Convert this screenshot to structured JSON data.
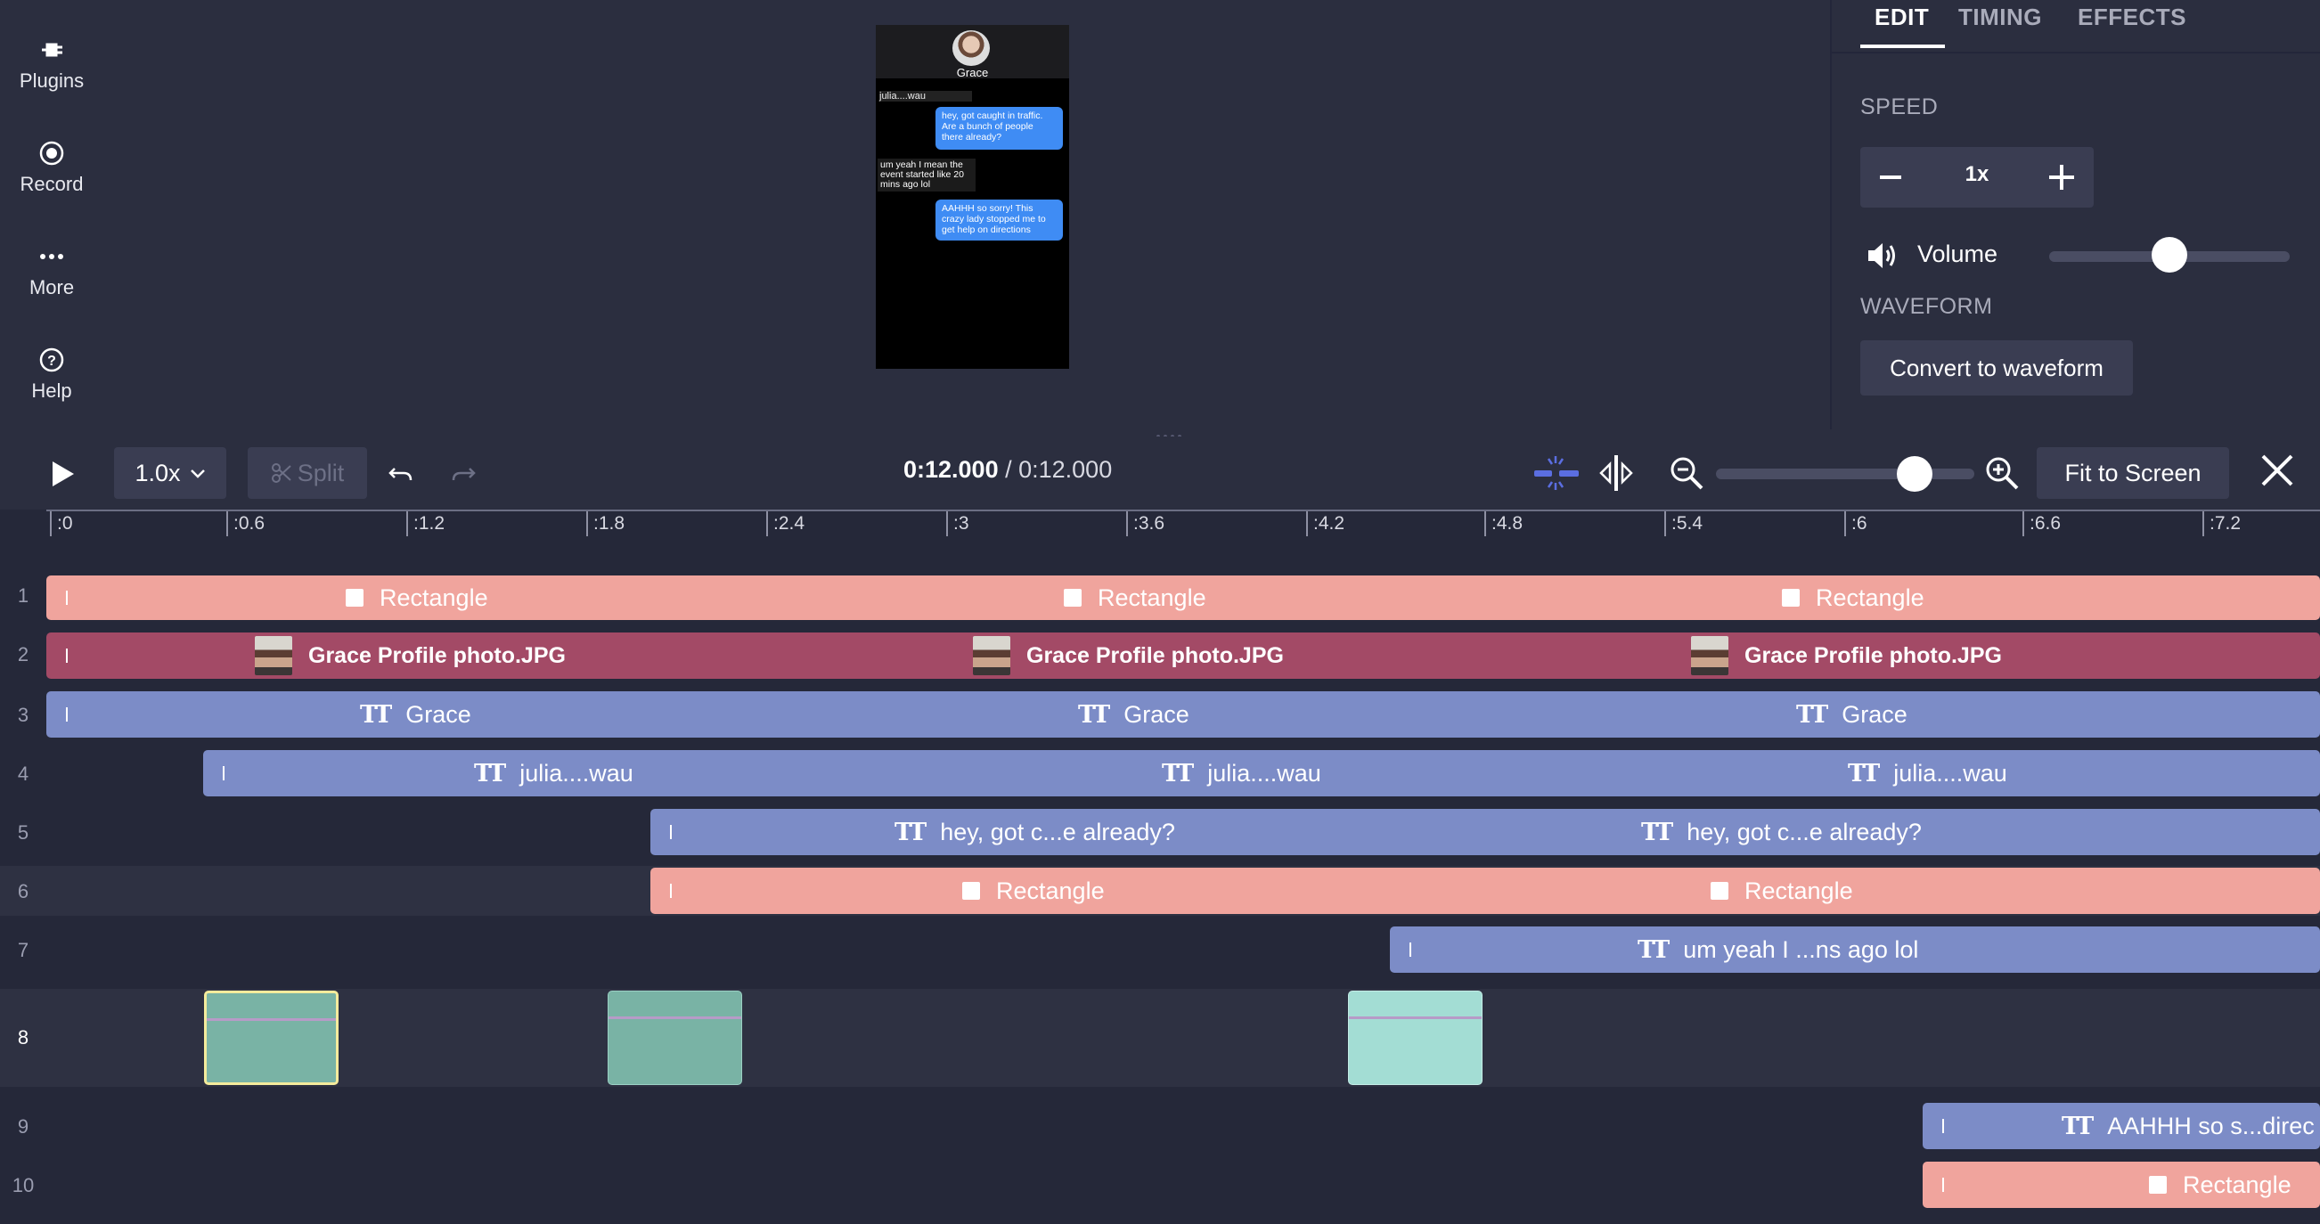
{
  "sidebar": {
    "items": [
      {
        "label": "Plugins",
        "icon": "plug-icon"
      },
      {
        "label": "Record",
        "icon": "record-icon"
      },
      {
        "label": "More",
        "icon": "more-icon"
      },
      {
        "label": "Help",
        "icon": "help-icon"
      }
    ]
  },
  "preview": {
    "contact_name": "Grace",
    "sender_label": "julia....wau",
    "messages": [
      {
        "side": "right",
        "text": "hey, got caught in traffic. Are a bunch of people there already?"
      },
      {
        "side": "left",
        "text": "um yeah I mean the event started like 20 mins ago lol"
      },
      {
        "side": "right",
        "text": "AAHHH so sorry! This crazy lady stopped me to get help on directions"
      }
    ]
  },
  "right_panel": {
    "tabs": [
      "EDIT",
      "TIMING",
      "EFFECTS"
    ],
    "active_tab": "EDIT",
    "speed_title": "SPEED",
    "speed_value": "1x",
    "volume_label": "Volume",
    "volume_level": 0.5,
    "waveform_title": "WAVEFORM",
    "convert_label": "Convert to waveform"
  },
  "toolbar": {
    "rate_label": "1.0x",
    "split_label": "Split",
    "current_time": "0:12.000",
    "separator": " / ",
    "total_time": "0:12.000",
    "zoom_level": 0.77,
    "fit_label": "Fit to Screen"
  },
  "ruler": {
    "ticks": [
      ":0",
      ":0.6",
      ":1.2",
      ":1.8",
      ":2.4",
      ":3",
      ":3.6",
      ":4.2",
      ":4.8",
      ":5.4",
      ":6",
      ":6.6",
      ":7.2"
    ]
  },
  "tracks": [
    {
      "num": "1",
      "type": "rectangle",
      "labels": [
        "Rectangle",
        "Rectangle",
        "Rectangle"
      ]
    },
    {
      "num": "2",
      "type": "image",
      "labels": [
        "Grace Profile photo.JPG",
        "Grace Profile photo.JPG",
        "Grace Profile photo.JPG"
      ]
    },
    {
      "num": "3",
      "type": "text",
      "labels": [
        "Grace",
        "Grace",
        "Grace"
      ]
    },
    {
      "num": "4",
      "type": "text",
      "labels": [
        "julia....wau",
        "julia....wau",
        "julia....wau"
      ]
    },
    {
      "num": "5",
      "type": "text",
      "labels": [
        "hey, got c...e already?",
        "hey, got c...e already?"
      ]
    },
    {
      "num": "6",
      "type": "rectangle",
      "labels": [
        "Rectangle",
        "Rectangle"
      ]
    },
    {
      "num": "7",
      "type": "text",
      "labels": [
        "um yeah I ...ns ago lol"
      ]
    },
    {
      "num": "8",
      "type": "audio",
      "labels": []
    },
    {
      "num": "9",
      "type": "text",
      "labels": [
        "AAHHH so s...direc"
      ]
    },
    {
      "num": "10",
      "type": "rectangle",
      "labels": [
        "Rectangle"
      ]
    }
  ],
  "colors": {
    "rectangle": "#f0a49d",
    "image": "#a34a66",
    "text": "#7c8cc7",
    "audio": "#7cb5a8",
    "accent_blue": "#5b6ee1"
  }
}
